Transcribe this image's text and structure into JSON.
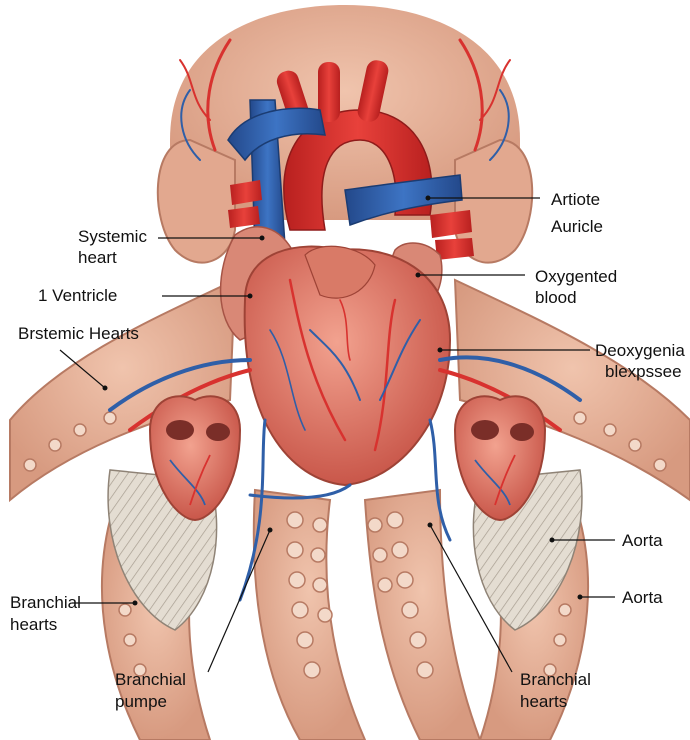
{
  "diagram": {
    "labels": {
      "artiote": "Artiote",
      "auricle": "Auricle",
      "systemic_heart": [
        "Systemic",
        "heart"
      ],
      "oxygenated_blood": [
        "Oxygented",
        "blood"
      ],
      "one_ventricle": "1 Ventricle",
      "brstemic_hearts": "Brstemic Hearts",
      "deoxygenia": [
        "Deoxygenia",
        "blexpssee"
      ],
      "aorta_upper": "Aorta",
      "aorta_lower": "Aorta",
      "branchial_hearts_left": [
        "Branchial",
        "hearts"
      ],
      "branchial_pumpe": [
        "Branchial",
        "pumpe"
      ],
      "branchial_hearts_right": [
        "Branchial",
        "hearts"
      ]
    },
    "colors": {
      "skin": "#e8b39c",
      "skin_shadow": "#c98a72",
      "artery": "#d8322f",
      "vein": "#2f5fa8",
      "heart_muscle": "#e07a6a",
      "gill": "#d7cfc2",
      "sucker": "#f3d9c9",
      "text": "#111111"
    }
  }
}
